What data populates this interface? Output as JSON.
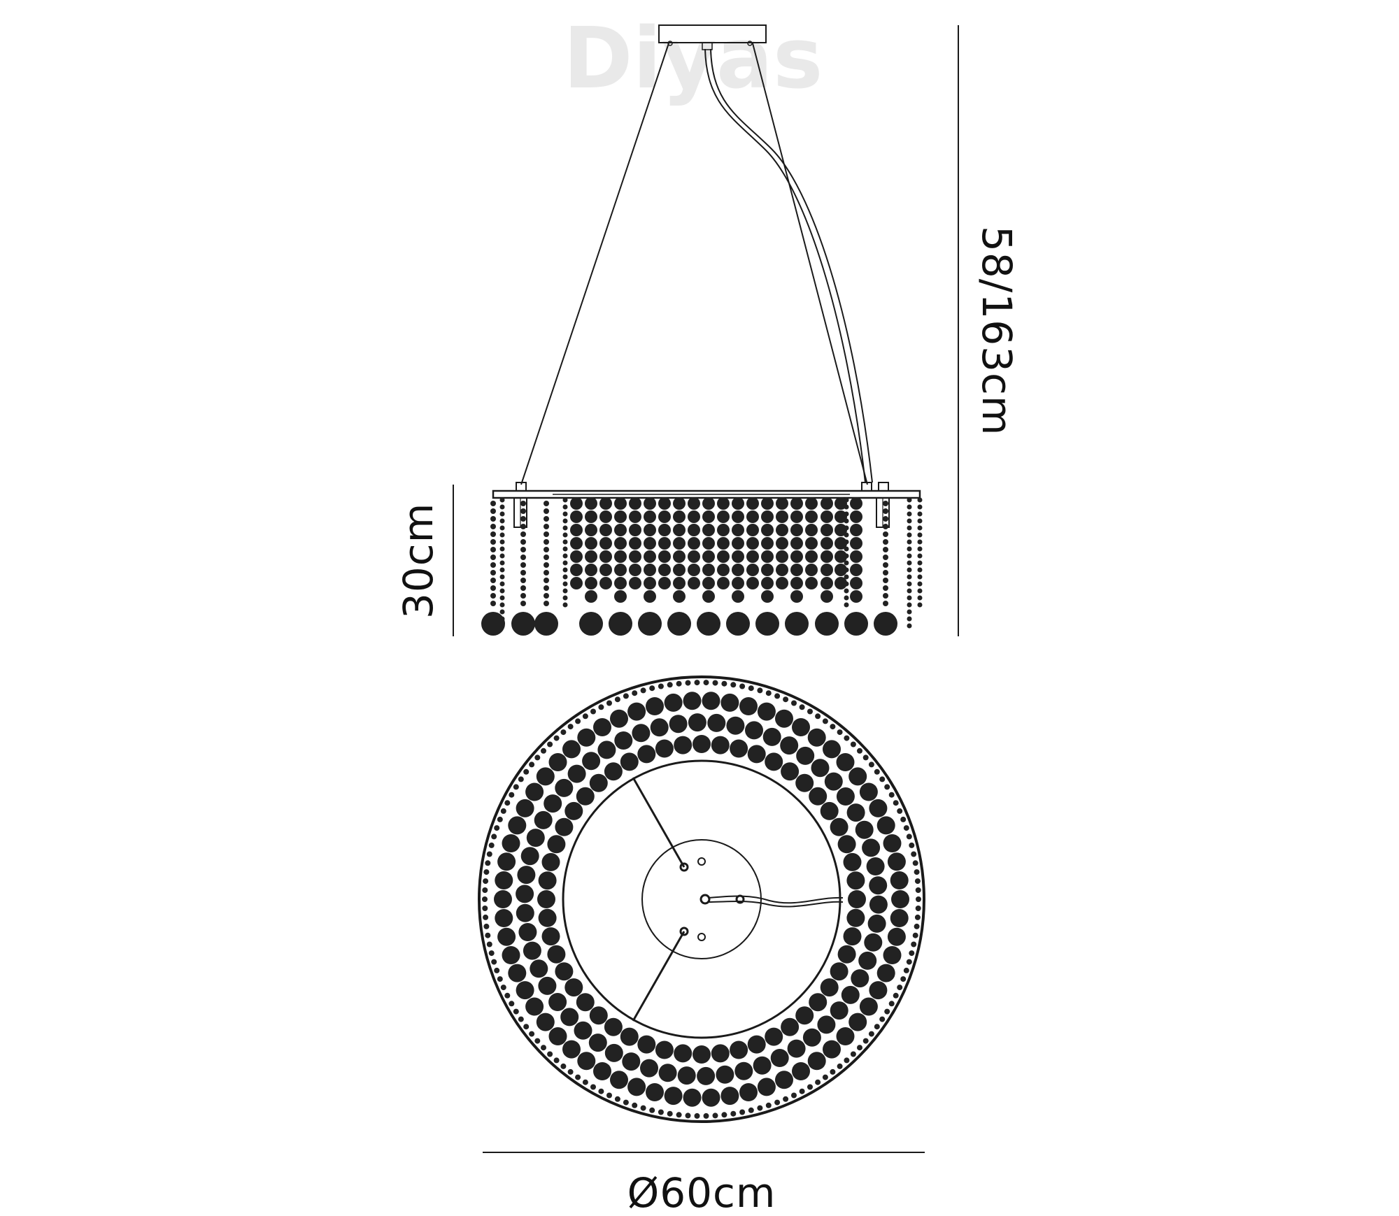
{
  "watermark": "Diyas",
  "dimensions": {
    "drop": "58/163cm",
    "height": "30cm",
    "diameter": "Ø60cm"
  },
  "colors": {
    "line": "#1a1a1a",
    "crystal": "#222222",
    "background": "#ffffff"
  }
}
